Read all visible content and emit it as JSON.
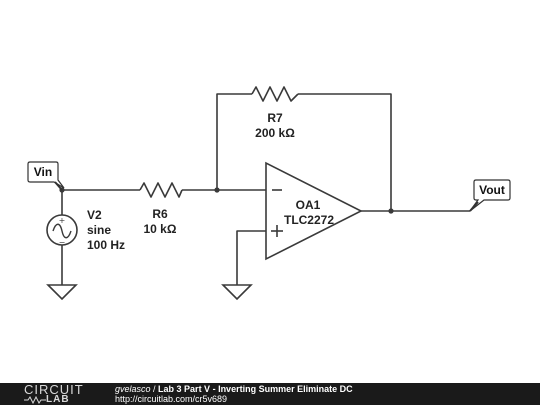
{
  "components": {
    "r7": {
      "name": "R7",
      "value": "200 kΩ"
    },
    "r6": {
      "name": "R6",
      "value": "10 kΩ"
    },
    "v2": {
      "name": "V2",
      "type": "sine",
      "freq": "100 Hz"
    },
    "oa1": {
      "name": "OA1",
      "part": "TLC2272"
    }
  },
  "nodes": {
    "vin": "Vin",
    "vout": "Vout"
  },
  "footer": {
    "logo_top": "CIRCUIT",
    "logo_bottom": "LAB",
    "user": "gvelasco",
    "separator": " / ",
    "title": "Lab 3 Part V - Inverting Summer Eliminate DC",
    "url": "http://circuitlab.com/cr5v689"
  },
  "colors": {
    "wire": "#3a3a3a",
    "footer_bg": "#1a1a1a",
    "label_fill": "#ffffff"
  }
}
